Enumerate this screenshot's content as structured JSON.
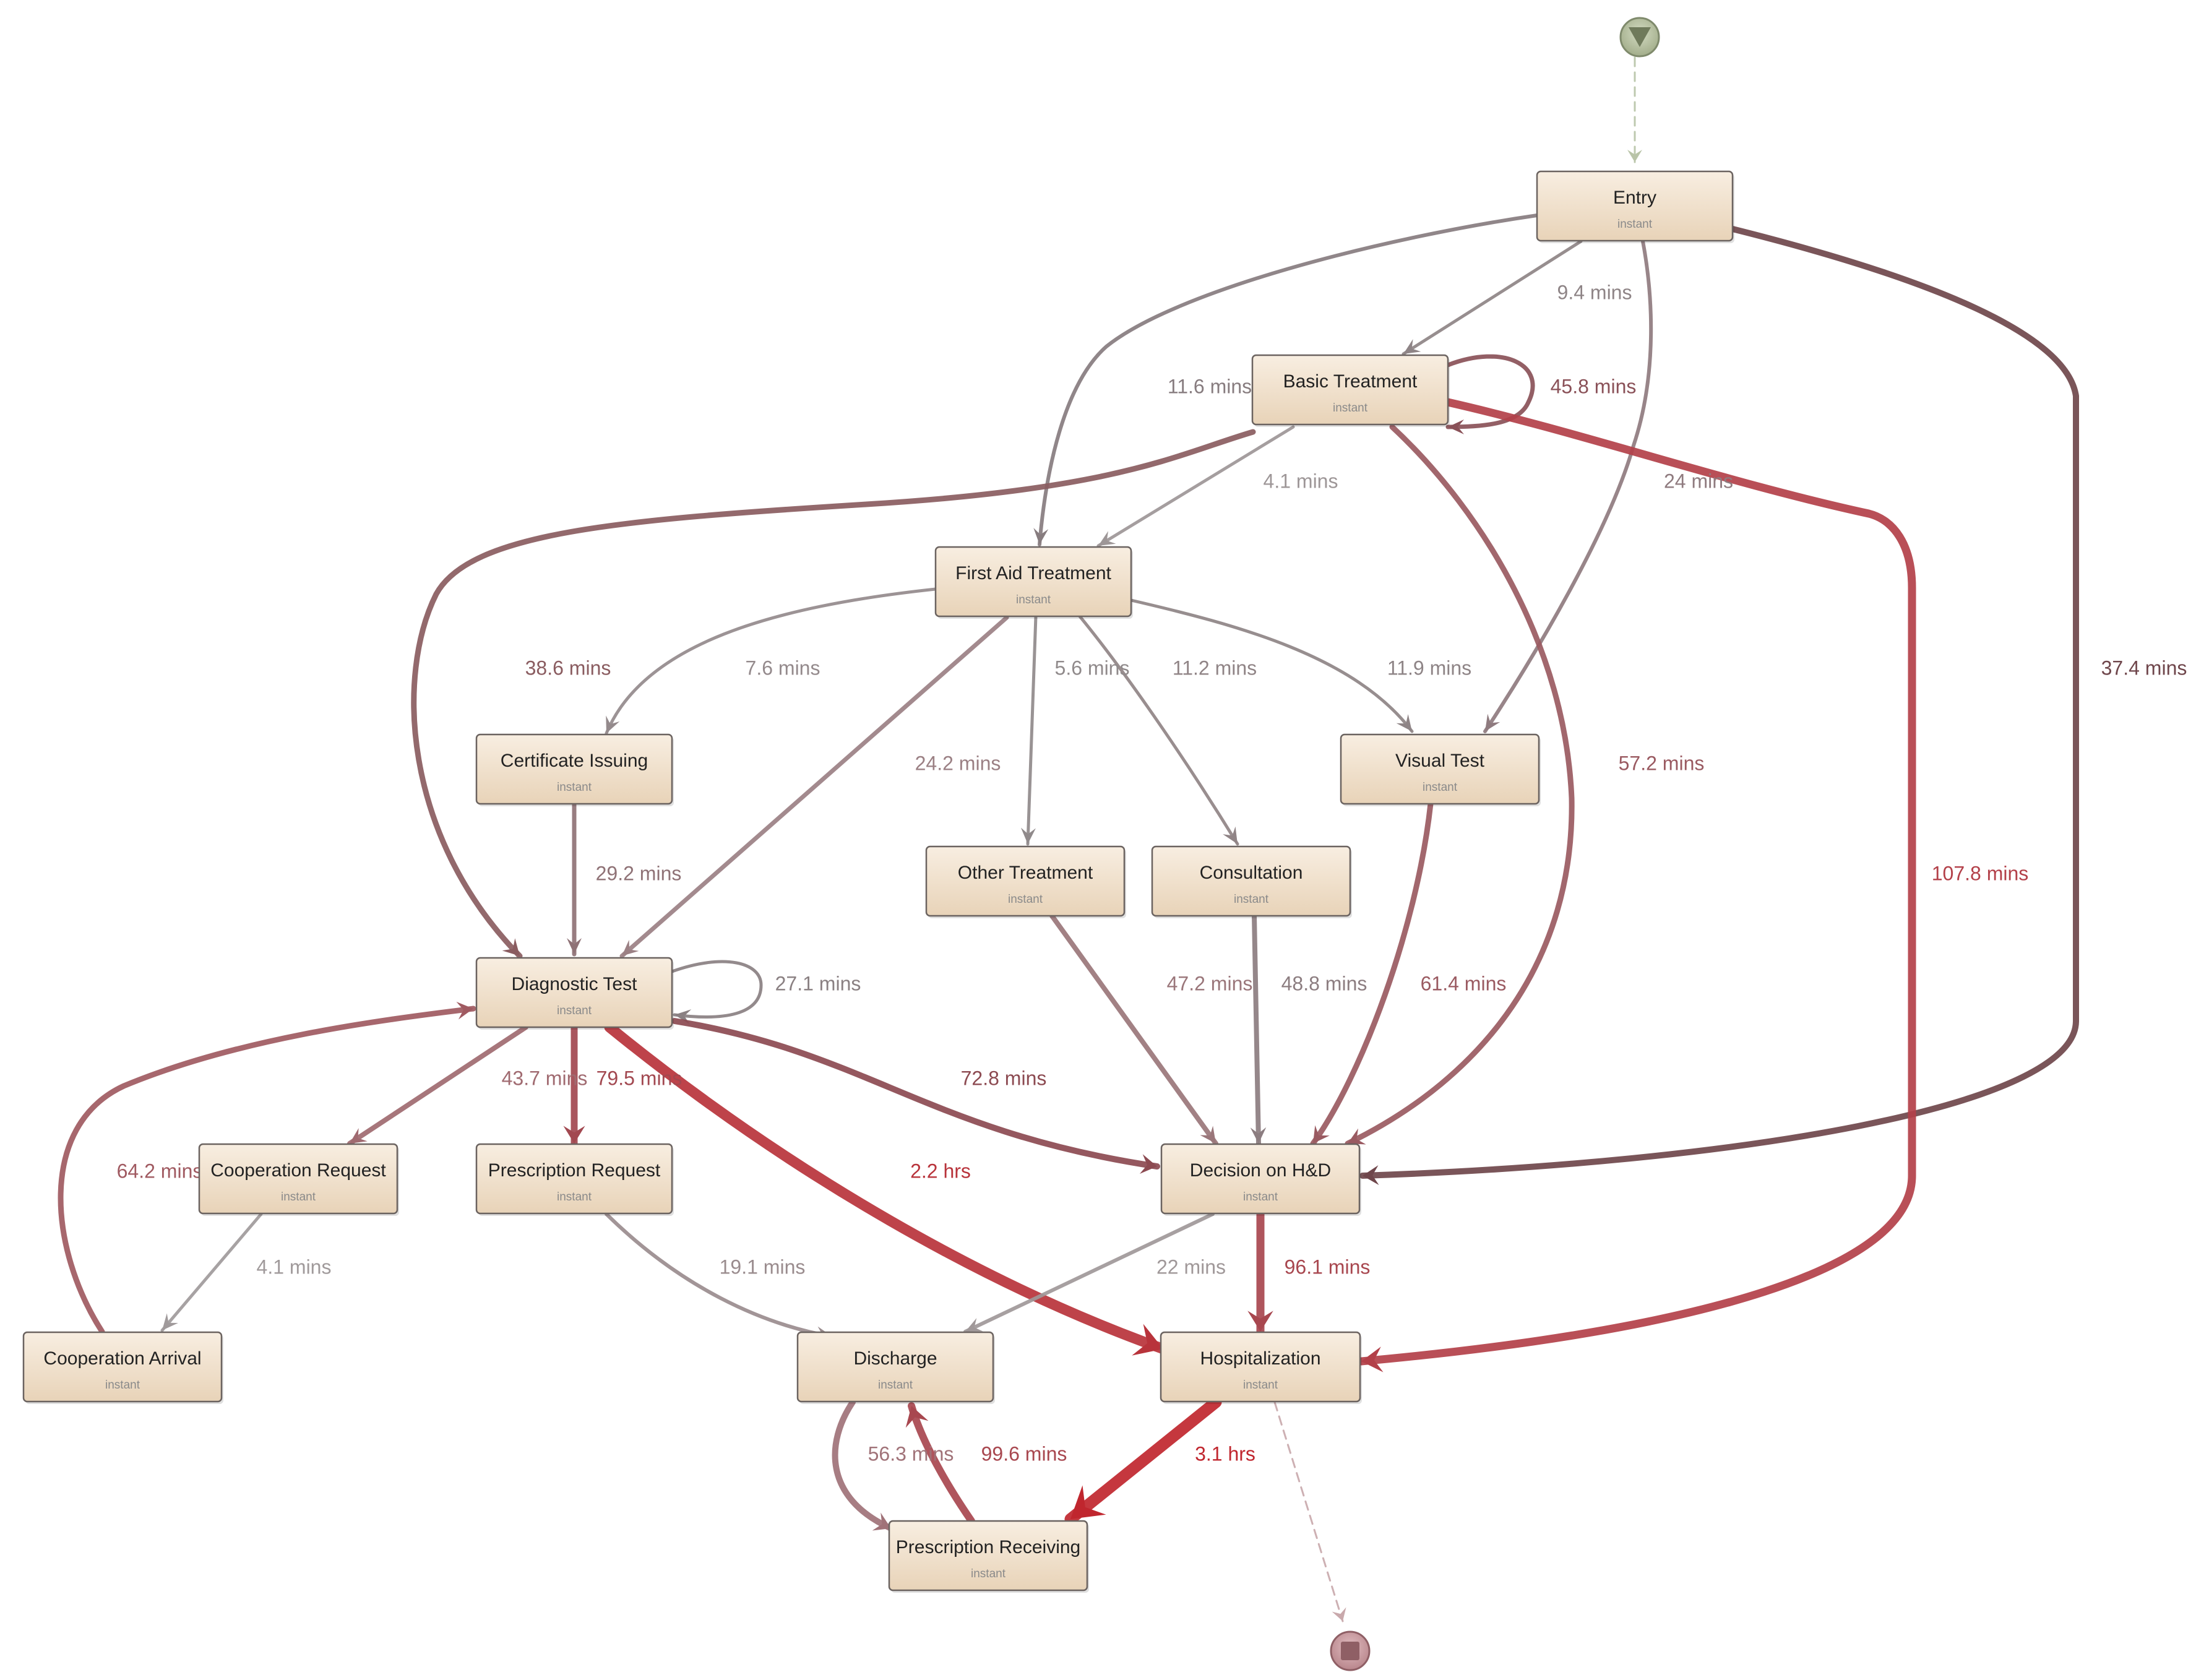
{
  "process_map": {
    "nodes": [
      {
        "id": "entry",
        "label": "Entry",
        "sublabel": "instant"
      },
      {
        "id": "basic",
        "label": "Basic Treatment",
        "sublabel": "instant"
      },
      {
        "id": "firstaid",
        "label": "First Aid Treatment",
        "sublabel": "instant"
      },
      {
        "id": "cert",
        "label": "Certificate Issuing",
        "sublabel": "instant"
      },
      {
        "id": "visual",
        "label": "Visual Test",
        "sublabel": "instant"
      },
      {
        "id": "other",
        "label": "Other Treatment",
        "sublabel": "instant"
      },
      {
        "id": "consult",
        "label": "Consultation",
        "sublabel": "instant"
      },
      {
        "id": "diag",
        "label": "Diagnostic Test",
        "sublabel": "instant"
      },
      {
        "id": "coopreq",
        "label": "Cooperation Request",
        "sublabel": "instant"
      },
      {
        "id": "presreq",
        "label": "Prescription Request",
        "sublabel": "instant"
      },
      {
        "id": "decision",
        "label": "Decision on H&D",
        "sublabel": "instant"
      },
      {
        "id": "cooparr",
        "label": "Cooperation Arrival",
        "sublabel": "instant"
      },
      {
        "id": "discharge",
        "label": "Discharge",
        "sublabel": "instant"
      },
      {
        "id": "hosp",
        "label": "Hospitalization",
        "sublabel": "instant"
      },
      {
        "id": "presrec",
        "label": "Prescription Receiving",
        "sublabel": "instant"
      }
    ],
    "edges": [
      {
        "id": "e-start-entry",
        "label": "",
        "color": "#b9c4a8"
      },
      {
        "id": "e-entry-basic",
        "label": "9.4 mins",
        "color": "#8e8486"
      },
      {
        "id": "e-entry-firstaid",
        "label": "11.6 mins",
        "color": "#877c7f"
      },
      {
        "id": "e-entry-visual",
        "label": "24 mins",
        "color": "#8f7b7f"
      },
      {
        "id": "e-entry-decision",
        "label": "37.4 mins",
        "color": "#6f464b"
      },
      {
        "id": "e-basic-self",
        "label": "45.8 mins",
        "color": "#8a5158"
      },
      {
        "id": "e-basic-firstaid",
        "label": "4.1 mins",
        "color": "#9d9697"
      },
      {
        "id": "e-basic-diag",
        "label": "38.6 mins",
        "color": "#8a5c60"
      },
      {
        "id": "e-basic-decision",
        "label": "57.2 mins",
        "color": "#9a5a61"
      },
      {
        "id": "e-basic-hosp",
        "label": "107.8 mins",
        "color": "#b34049"
      },
      {
        "id": "e-firstaid-cert",
        "label": "7.6 mins",
        "color": "#948a8c"
      },
      {
        "id": "e-firstaid-diag",
        "label": "24.2 mins",
        "color": "#9b8084"
      },
      {
        "id": "e-firstaid-other",
        "label": "5.6 mins",
        "color": "#908a8b"
      },
      {
        "id": "e-firstaid-consult",
        "label": "11.2 mins",
        "color": "#908486"
      },
      {
        "id": "e-firstaid-visual",
        "label": "11.9 mins",
        "color": "#8e8486"
      },
      {
        "id": "e-cert-diag",
        "label": "29.2 mins",
        "color": "#8f7276"
      },
      {
        "id": "e-diag-self",
        "label": "27.1 mins",
        "color": "#8a8082"
      },
      {
        "id": "e-diag-coopreq",
        "label": "43.7 mins",
        "color": "#a06a70"
      },
      {
        "id": "e-diag-presreq",
        "label": "79.5 mins",
        "color": "#a24850"
      },
      {
        "id": "e-diag-hosp",
        "label": "2.2 hrs",
        "color": "#b8333b"
      },
      {
        "id": "e-diag-decision",
        "label": "72.8 mins",
        "color": "#8c4a51"
      },
      {
        "id": "e-cooparr-diag",
        "label": "64.2 mins",
        "color": "#a05a61"
      },
      {
        "id": "e-coopreq-cooparr",
        "label": "4.1 mins",
        "color": "#a09a9b"
      },
      {
        "id": "e-presreq-discharge",
        "label": "19.1 mins",
        "color": "#9a8c8e"
      },
      {
        "id": "e-other-decision",
        "label": "47.2 mins",
        "color": "#9a767a"
      },
      {
        "id": "e-consult-decision",
        "label": "48.8 mins",
        "color": "#8c7d80"
      },
      {
        "id": "e-visual-decision",
        "label": "61.4 mins",
        "color": "#9a5a61"
      },
      {
        "id": "e-decision-discharge",
        "label": "22 mins",
        "color": "#a09899"
      },
      {
        "id": "e-decision-hosp",
        "label": "96.1 mins",
        "color": "#a8474f"
      },
      {
        "id": "e-discharge-presrec",
        "label": "56.3 mins",
        "color": "#a07278"
      },
      {
        "id": "e-presrec-discharge",
        "label": "99.6 mins",
        "color": "#a8474f"
      },
      {
        "id": "e-hosp-presrec",
        "label": "3.1 hrs",
        "color": "#c0262e"
      },
      {
        "id": "e-hosp-end",
        "label": "",
        "color": "#c9a9ac"
      }
    ]
  },
  "colors": {
    "node_fill_top": "#f7ebdc",
    "node_fill_bottom": "#e9d6bd",
    "node_border": "#6b6360",
    "start_fill": "#b3bd9e",
    "end_fill": "#c99da2"
  },
  "icons": {
    "start": "start-play-icon",
    "end": "end-stop-icon"
  }
}
